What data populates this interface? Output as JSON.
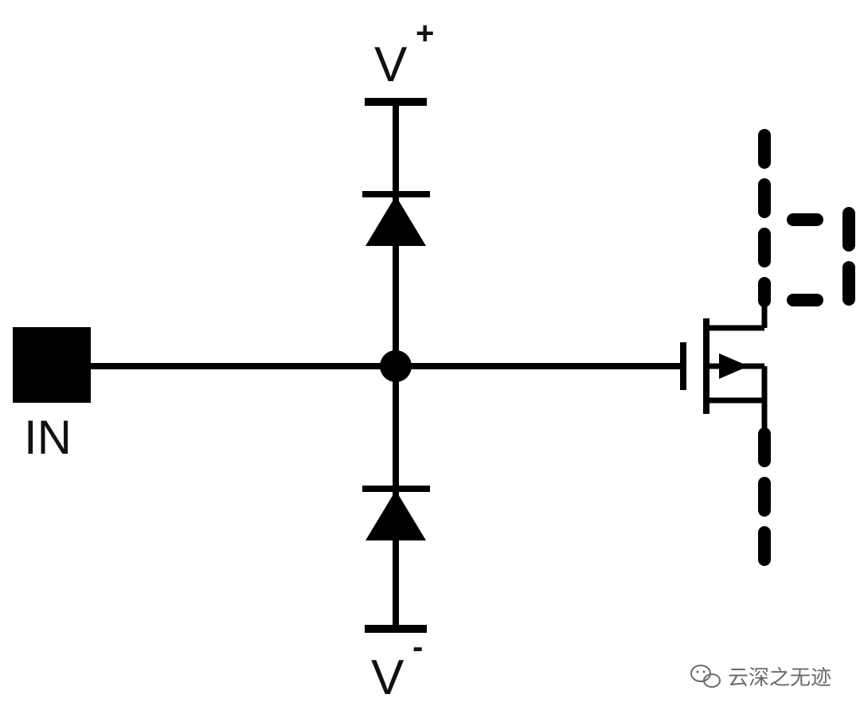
{
  "labels": {
    "input": "IN",
    "vplus_letter": "V",
    "vplus_sup": "+",
    "vminus_letter": "V",
    "vminus_sup": "-"
  },
  "watermark": {
    "text": "云深之无迹",
    "icon": "wechat-icon"
  },
  "colors": {
    "ink": "#000000",
    "watermark": "#6b6b6b"
  }
}
